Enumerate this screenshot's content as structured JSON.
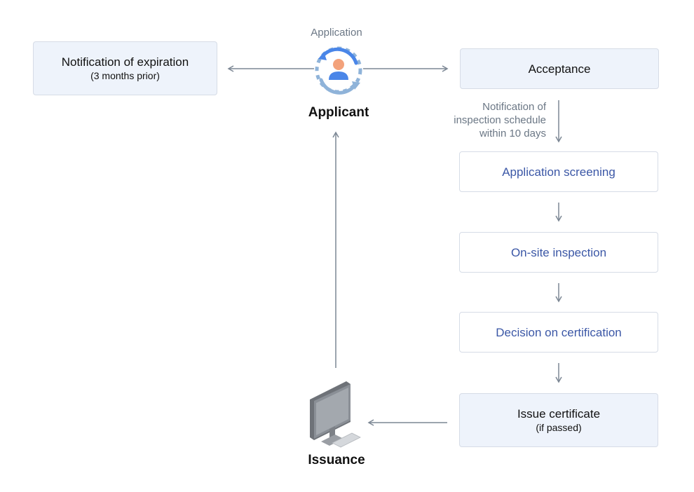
{
  "applicant": {
    "label": "Applicant",
    "top_note": "Application",
    "icon": "applicant-cycle-icon"
  },
  "issuance": {
    "label": "Issuance",
    "icon": "computer-monitor-icon"
  },
  "notification_box": {
    "title": "Notification of expiration",
    "subtitle": "(3 months prior)"
  },
  "process": {
    "acceptance": "Acceptance",
    "schedule_note": {
      "line1": "Notification of",
      "line2": "inspection schedule",
      "line3": "within 10 days"
    },
    "steps": [
      "Application screening",
      "On-site inspection",
      "Decision on certification"
    ],
    "issue": {
      "title": "Issue certificate",
      "subtitle": "(if passed)"
    }
  },
  "colors": {
    "box_fill": "#eef3fb",
    "box_border": "#d6dce6",
    "step_text": "#3b57a6",
    "arrow": "#7c8794",
    "icon_blue": "#4a86e8",
    "icon_lightblue": "#8fb3d9",
    "person_orange": "#f3a27b"
  }
}
